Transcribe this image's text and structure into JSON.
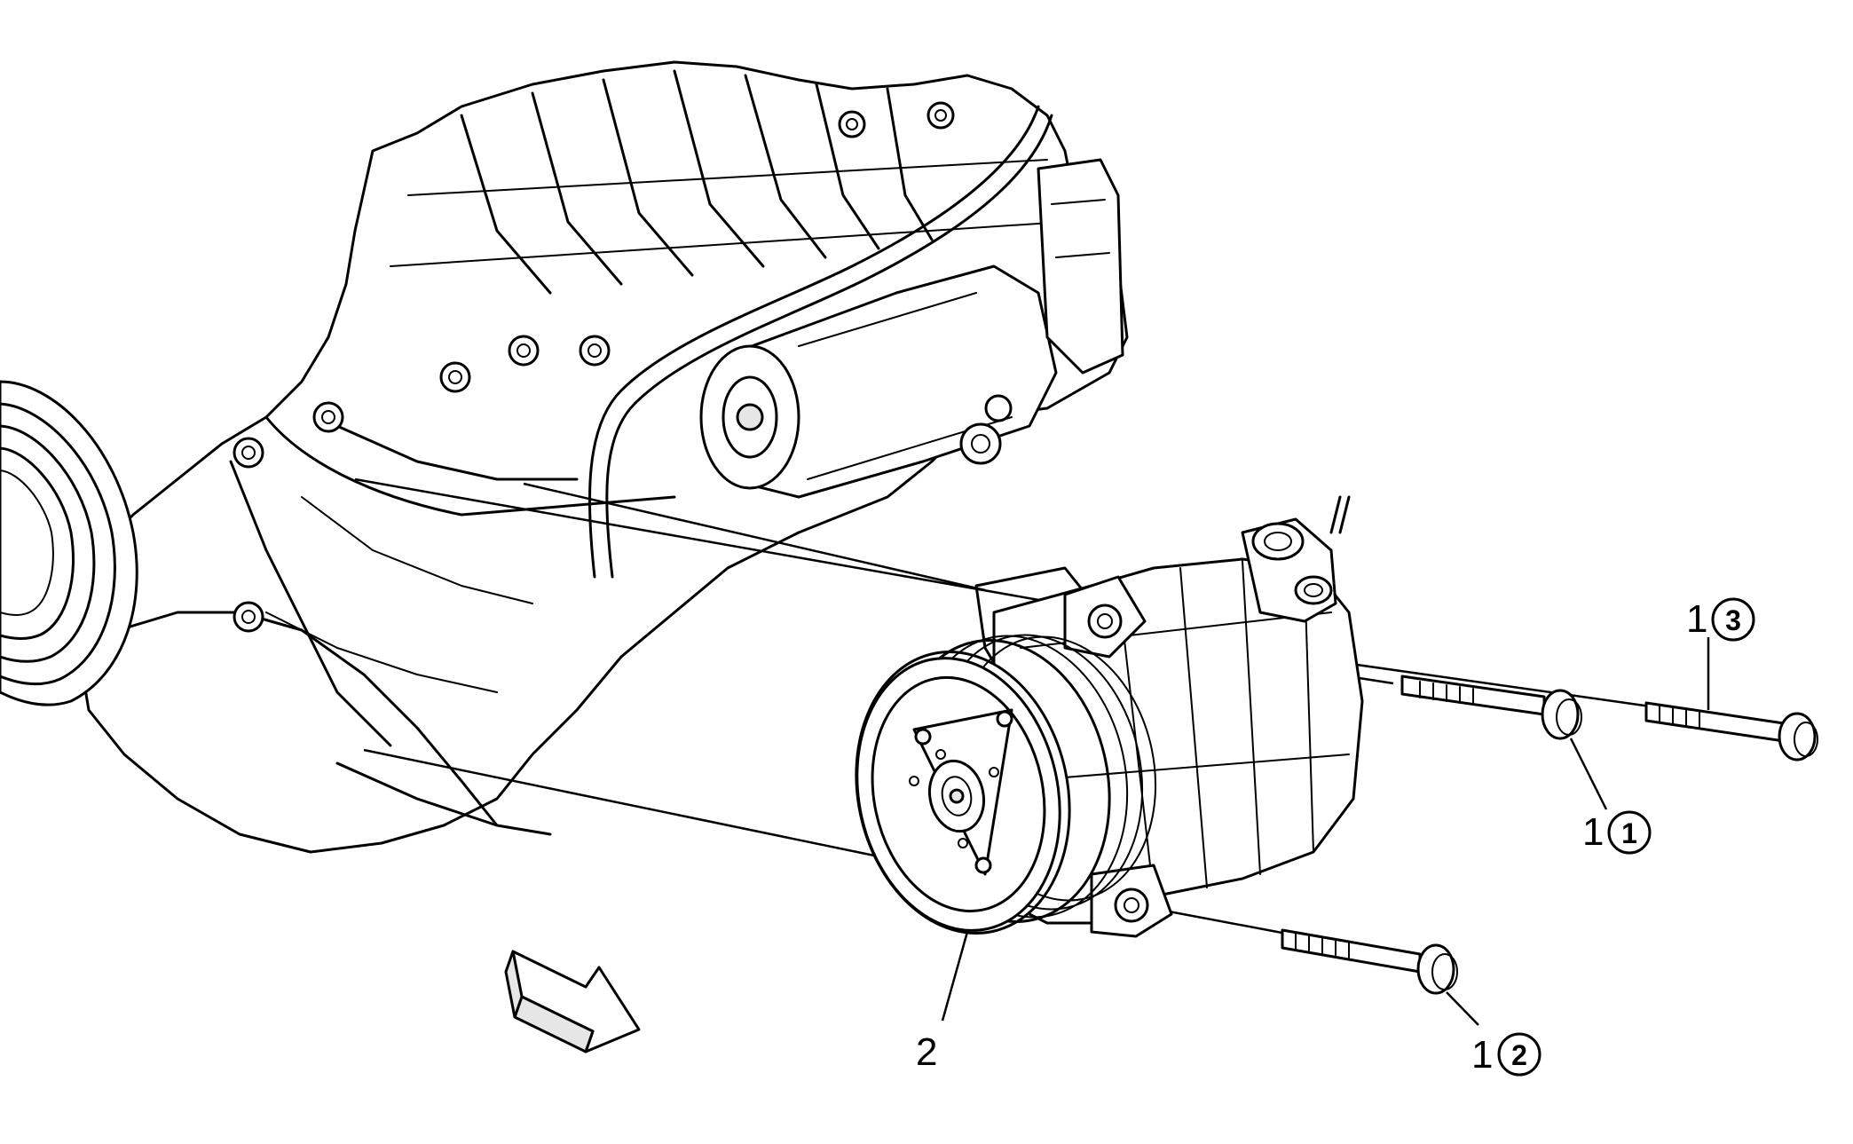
{
  "callouts": [
    {
      "id": "bolt-1-step-3",
      "number": "1",
      "step": "3"
    },
    {
      "id": "bolt-1-step-1",
      "number": "1",
      "step": "1"
    },
    {
      "id": "bolt-1-step-2",
      "number": "1",
      "step": "2"
    }
  ],
  "parts": {
    "compressor_label": "2"
  },
  "icons": {
    "direction": "front-direction-arrow-icon"
  }
}
